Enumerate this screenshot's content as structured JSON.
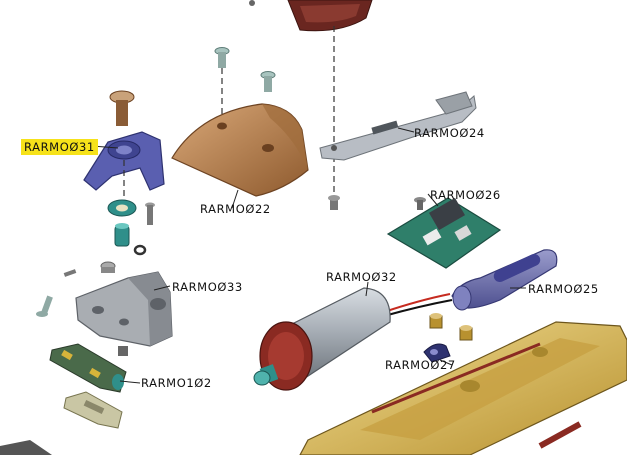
{
  "diagram": {
    "labels": [
      {
        "id": "rarmo031",
        "text": "RARMOØ31",
        "highlighted": true
      },
      {
        "id": "rarmo022",
        "text": "RARMOØ22",
        "highlighted": false
      },
      {
        "id": "rarmo024",
        "text": "RARMOØ24",
        "highlighted": false
      },
      {
        "id": "rarmo026",
        "text": "RARMOØ26",
        "highlighted": false
      },
      {
        "id": "rarmo033",
        "text": "RARMOØ33",
        "highlighted": false
      },
      {
        "id": "rarmo032",
        "text": "RARMOØ32",
        "highlighted": false
      },
      {
        "id": "rarmo025",
        "text": "RARMOØ25",
        "highlighted": false
      },
      {
        "id": "rarmo027",
        "text": "RARMOØ27",
        "highlighted": false
      },
      {
        "id": "rarmo102",
        "text": "RARMO1Ø2",
        "highlighted": false
      }
    ]
  },
  "colors": {
    "highlight": "#f6e21a",
    "bronze_housing": "#b07a4a",
    "blue_holder": "#5a5fb0",
    "teal_part": "#2f8f8a",
    "grey_metal": "#9aa0a6",
    "pcb_green": "#2f7f6a",
    "grip_purple": "#6d6fa8",
    "motor_red": "#8a2a22",
    "yellow_body": "#d9b95a"
  }
}
